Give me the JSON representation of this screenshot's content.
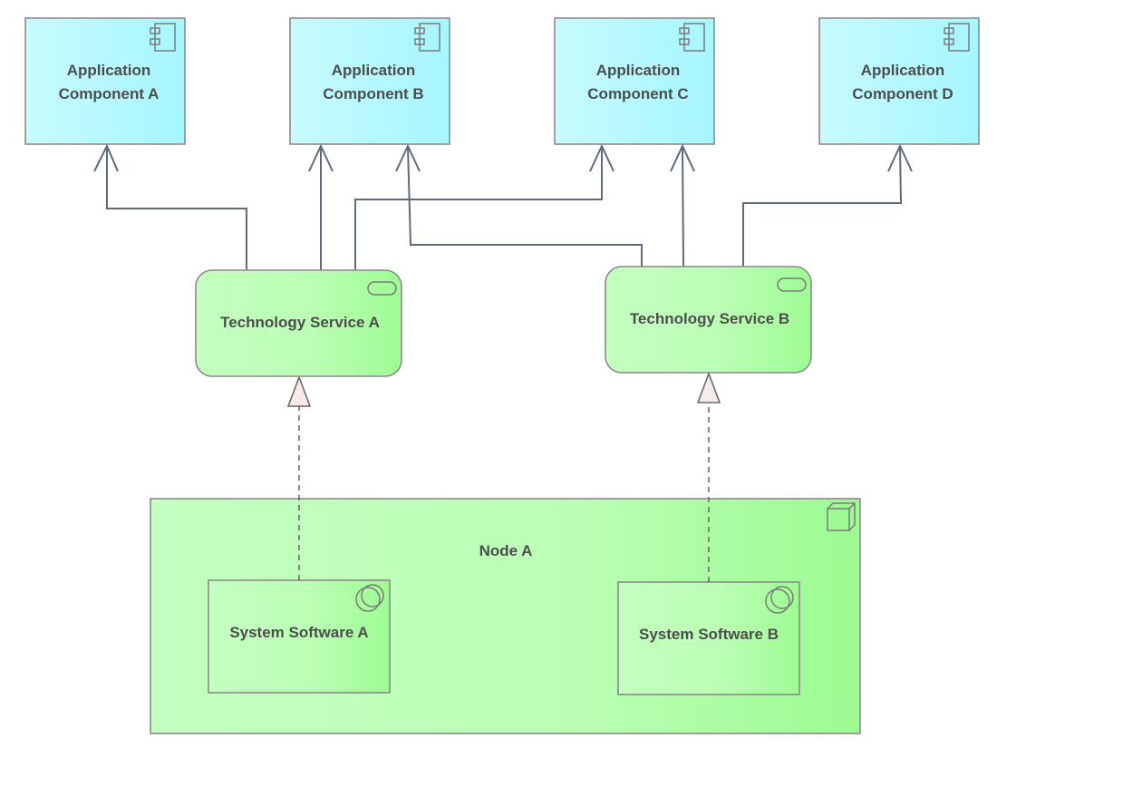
{
  "colors": {
    "application_fill_start": "#c6fbff",
    "application_fill_end": "#a6f6ff",
    "technology_fill_start": "#c3ffc0",
    "technology_fill_end": "#9efc93",
    "outline": "#8a8a8a",
    "connector": "#5f6a7a",
    "realization_head_fill": "#f7ece9"
  },
  "application_components": [
    {
      "id": "A",
      "line1": "Application",
      "line2": "Component A",
      "icon": "component-icon"
    },
    {
      "id": "B",
      "line1": "Application",
      "line2": "Component B",
      "icon": "component-icon"
    },
    {
      "id": "C",
      "line1": "Application",
      "line2": "Component C",
      "icon": "component-icon"
    },
    {
      "id": "D",
      "line1": "Application",
      "line2": "Component D",
      "icon": "component-icon"
    }
  ],
  "technology_services": [
    {
      "id": "A",
      "label": "Technology Service A",
      "icon": "service-icon"
    },
    {
      "id": "B",
      "label": "Technology Service B",
      "icon": "service-icon"
    }
  ],
  "node": {
    "label": "Node A",
    "icon": "node-icon",
    "system_software": [
      {
        "id": "A",
        "label": "System Software A",
        "icon": "system-software-icon"
      },
      {
        "id": "B",
        "label": "System Software B",
        "icon": "system-software-icon"
      }
    ]
  },
  "relationships": [
    {
      "from": "Technology Service A",
      "to": "Application Component A",
      "kind": "serving"
    },
    {
      "from": "Technology Service A",
      "to": "Application Component B",
      "kind": "serving"
    },
    {
      "from": "Technology Service A",
      "to": "Application Component C",
      "kind": "serving"
    },
    {
      "from": "Technology Service B",
      "to": "Application Component B",
      "kind": "serving"
    },
    {
      "from": "Technology Service B",
      "to": "Application Component C",
      "kind": "serving"
    },
    {
      "from": "Technology Service B",
      "to": "Application Component D",
      "kind": "serving"
    },
    {
      "from": "System Software A",
      "to": "Technology Service A",
      "kind": "realization"
    },
    {
      "from": "System Software B",
      "to": "Technology Service B",
      "kind": "realization"
    }
  ]
}
